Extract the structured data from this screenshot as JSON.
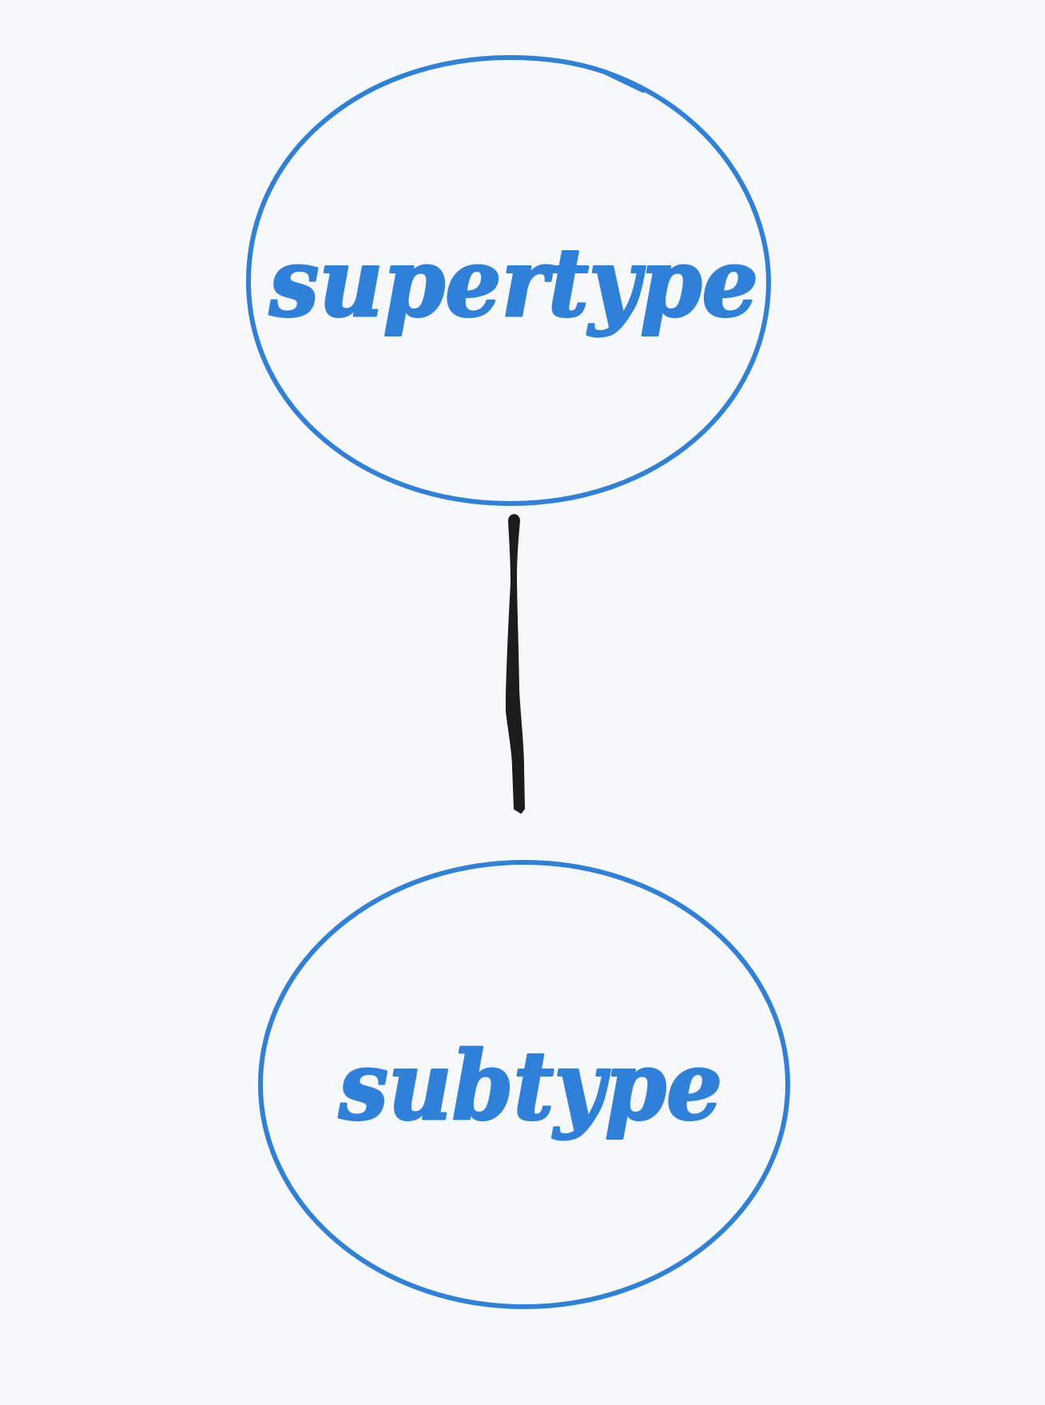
{
  "diagram": {
    "nodes": [
      {
        "id": "supertype",
        "label": "supertype"
      },
      {
        "id": "subtype",
        "label": "subtype"
      }
    ],
    "edges": [
      {
        "from": "supertype",
        "to": "subtype"
      }
    ],
    "colors": {
      "background": "#f6f8fa",
      "node_stroke": "#2f80d8",
      "node_text": "#2f80d8",
      "edge": "#1c1c1c"
    }
  }
}
